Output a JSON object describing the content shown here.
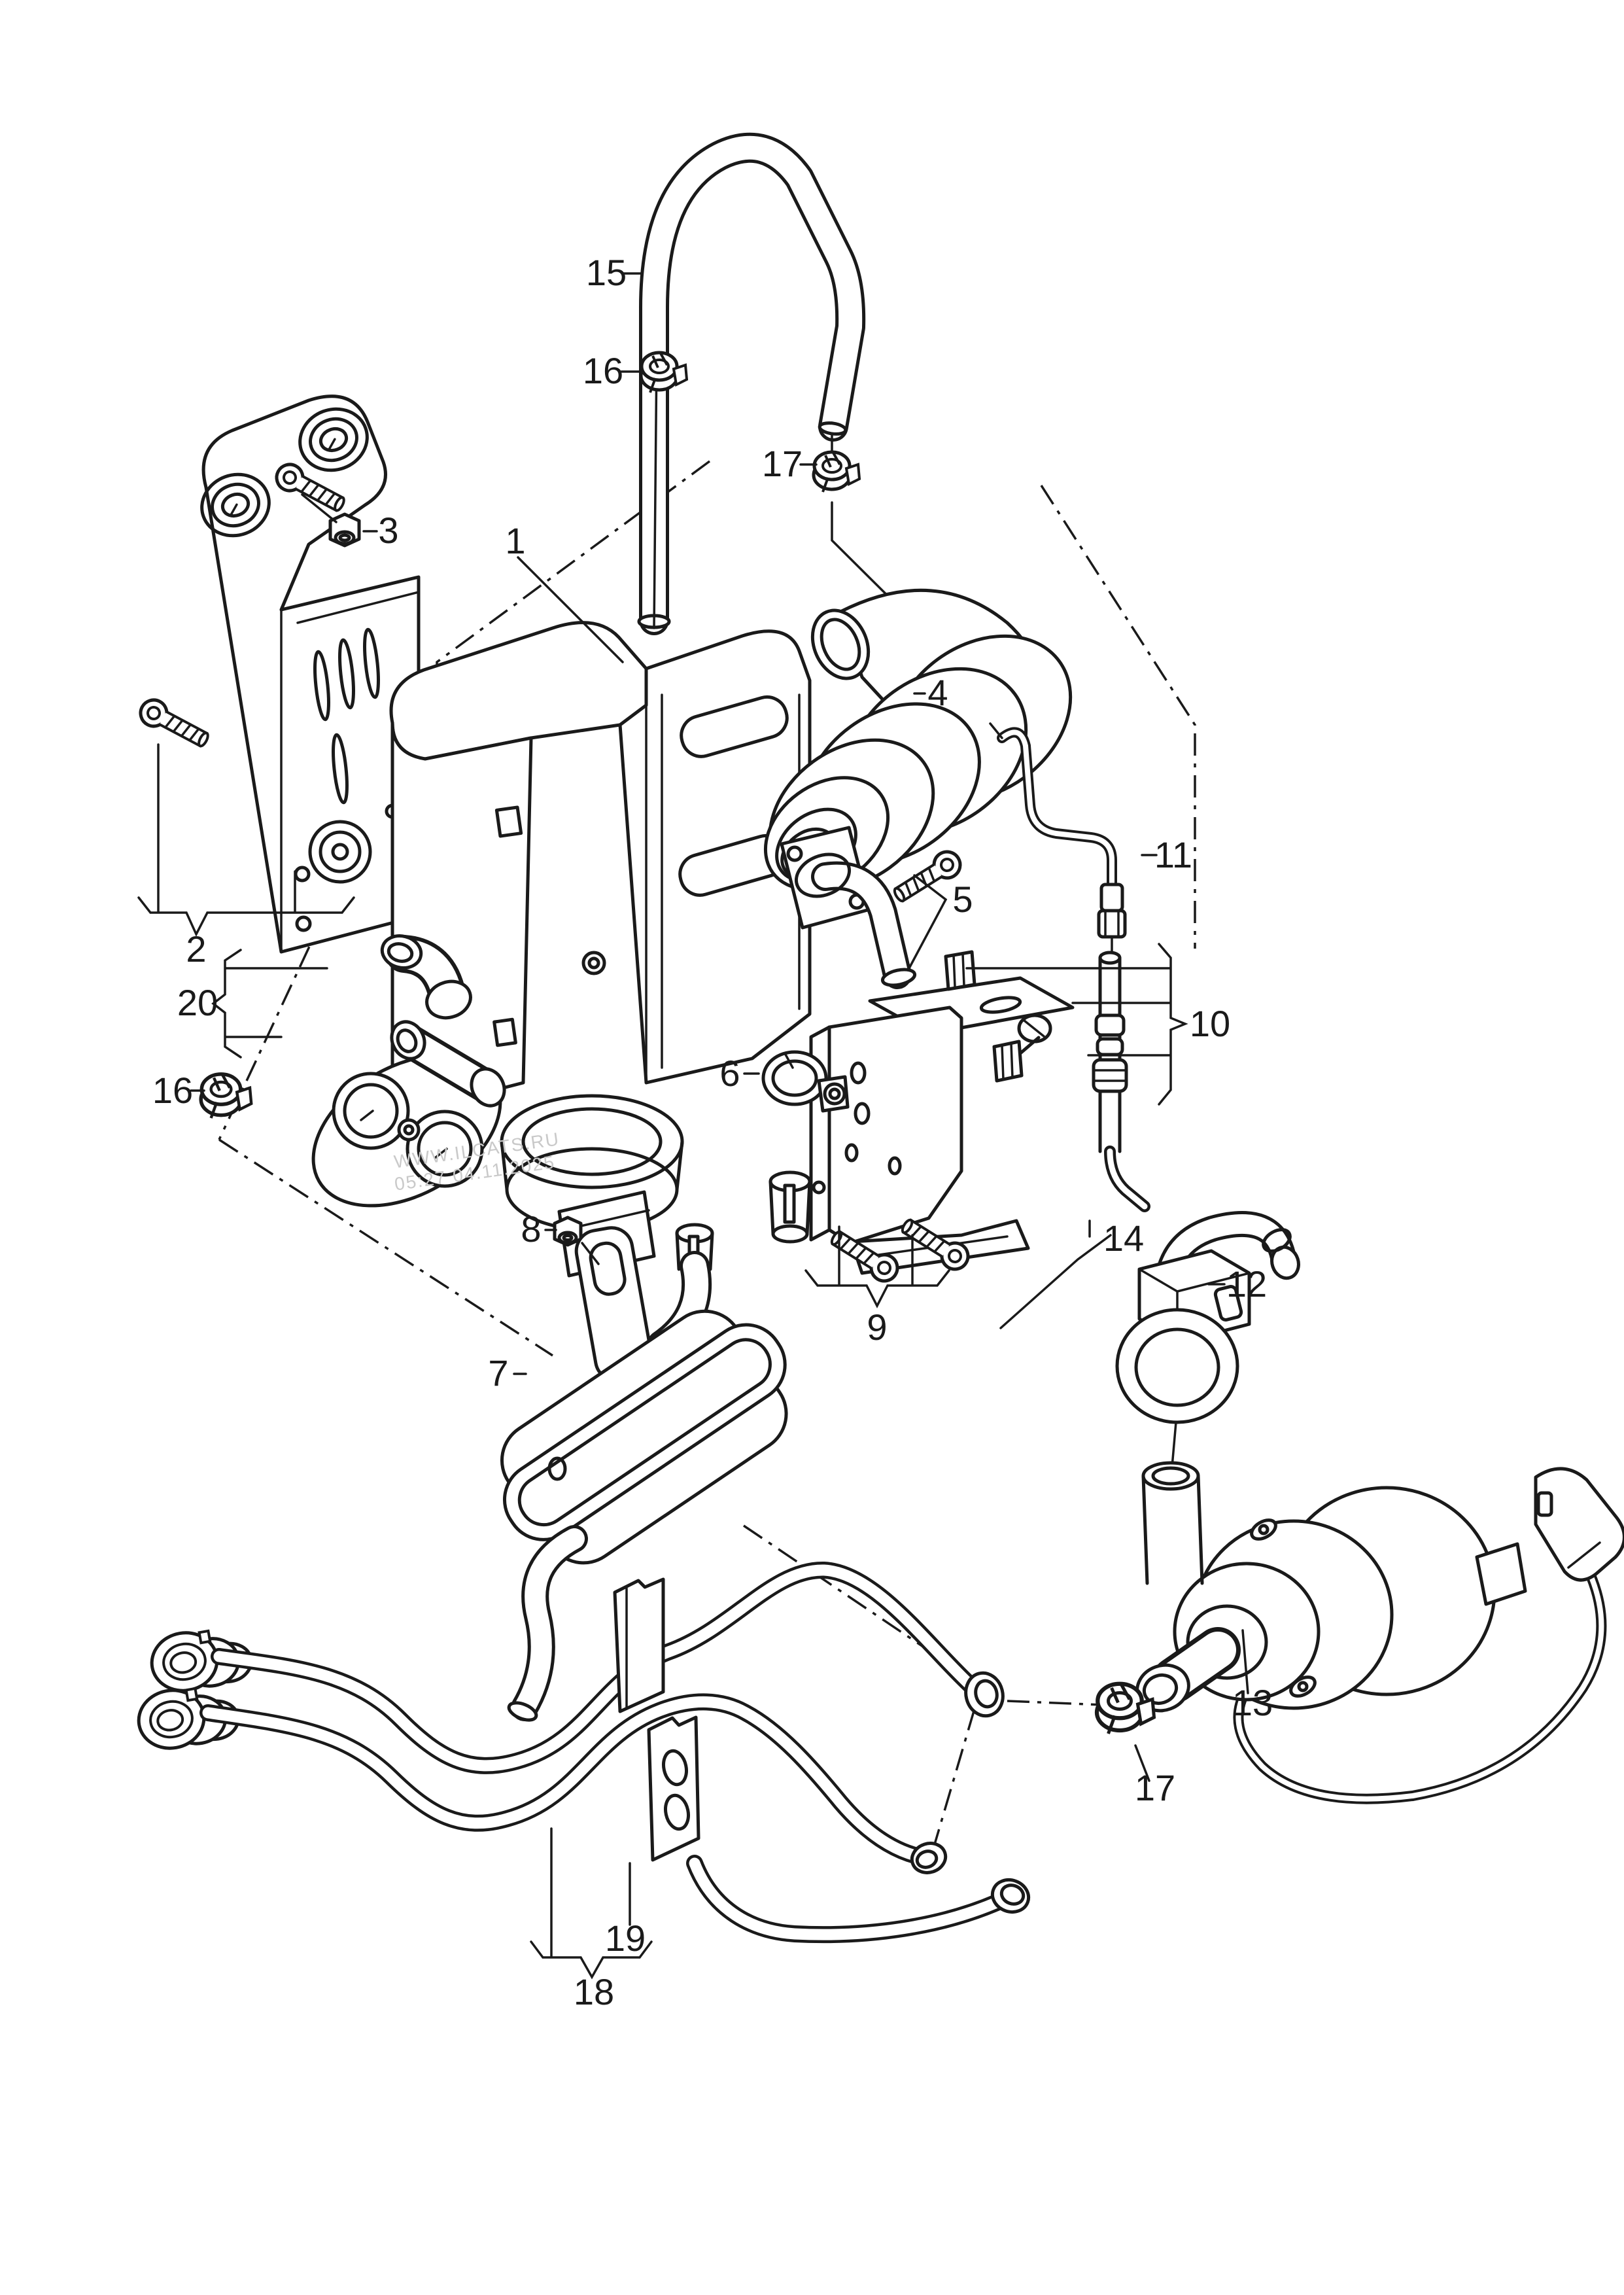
{
  "colors": {
    "background": "#ffffff",
    "line": "#1a1a1a",
    "watermark": "#c9c9c9"
  },
  "watermark": {
    "line1": "WWW.ILCATS.RU",
    "line2": "05:27 04.11.2025"
  },
  "callouts": [
    {
      "id": "callout-15",
      "label": "15"
    },
    {
      "id": "callout-16-top",
      "label": "16"
    },
    {
      "id": "callout-17-top",
      "label": "17"
    },
    {
      "id": "callout-3",
      "label": "3"
    },
    {
      "id": "callout-1",
      "label": "1"
    },
    {
      "id": "callout-4",
      "label": "4"
    },
    {
      "id": "callout-5",
      "label": "5"
    },
    {
      "id": "callout-11",
      "label": "11"
    },
    {
      "id": "callout-2",
      "label": "2"
    },
    {
      "id": "callout-20",
      "label": "20"
    },
    {
      "id": "callout-16-left",
      "label": "16"
    },
    {
      "id": "callout-6",
      "label": "6"
    },
    {
      "id": "callout-10",
      "label": "10"
    },
    {
      "id": "callout-14",
      "label": "14"
    },
    {
      "id": "callout-8",
      "label": "8"
    },
    {
      "id": "callout-9",
      "label": "9"
    },
    {
      "id": "callout-7",
      "label": "7"
    },
    {
      "id": "callout-12",
      "label": "12"
    },
    {
      "id": "callout-13",
      "label": "13"
    },
    {
      "id": "callout-17-bottom",
      "label": "17"
    },
    {
      "id": "callout-19",
      "label": "19"
    },
    {
      "id": "callout-18",
      "label": "18"
    }
  ]
}
